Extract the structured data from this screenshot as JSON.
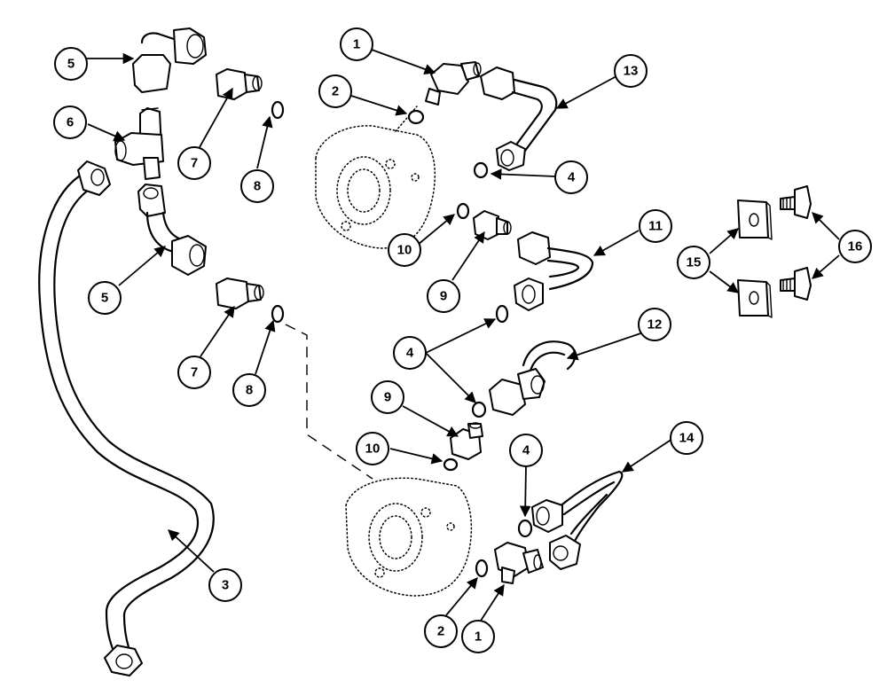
{
  "callouts": [
    {
      "id": "c5a",
      "label": "5"
    },
    {
      "id": "c6",
      "label": "6"
    },
    {
      "id": "c7a",
      "label": "7"
    },
    {
      "id": "c8a",
      "label": "8"
    },
    {
      "id": "c5b",
      "label": "5"
    },
    {
      "id": "c7b",
      "label": "7"
    },
    {
      "id": "c8b",
      "label": "8"
    },
    {
      "id": "c3",
      "label": "3"
    },
    {
      "id": "c1a",
      "label": "1"
    },
    {
      "id": "c2a",
      "label": "2"
    },
    {
      "id": "c13",
      "label": "13"
    },
    {
      "id": "c4a",
      "label": "4"
    },
    {
      "id": "c10a",
      "label": "10"
    },
    {
      "id": "c9a",
      "label": "9"
    },
    {
      "id": "c11",
      "label": "11"
    },
    {
      "id": "c4b",
      "label": "4"
    },
    {
      "id": "c12",
      "label": "12"
    },
    {
      "id": "c9b",
      "label": "9"
    },
    {
      "id": "c10b",
      "label": "10"
    },
    {
      "id": "c4c",
      "label": "4"
    },
    {
      "id": "c14",
      "label": "14"
    },
    {
      "id": "c2b",
      "label": "2"
    },
    {
      "id": "c1b",
      "label": "1"
    },
    {
      "id": "c15",
      "label": "15"
    },
    {
      "id": "c16",
      "label": "16"
    }
  ]
}
